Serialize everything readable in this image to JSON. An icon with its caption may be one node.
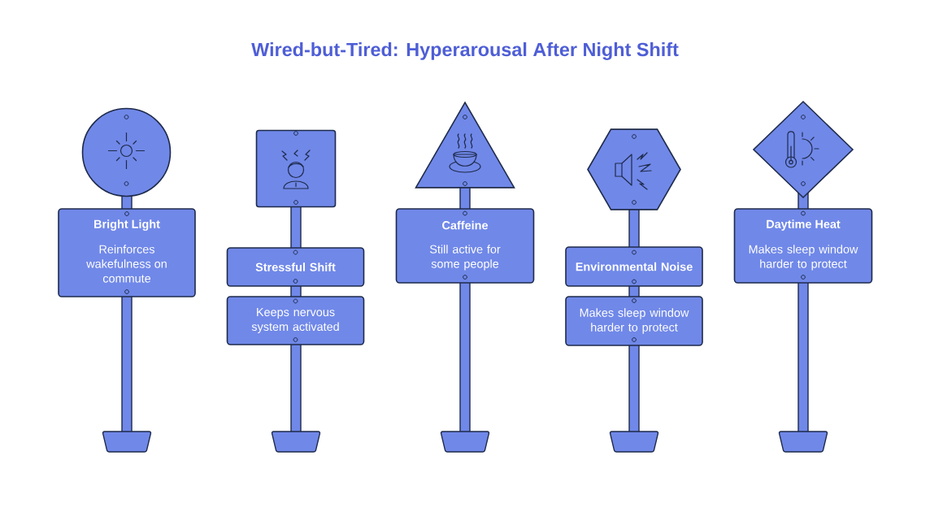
{
  "diagram": {
    "title": "Wired-but-Tired: Hyperarousal After Night Shift",
    "nodes": [
      {
        "text": [],
        "shape": "circle"
      },
      {
        "text": [
          "Bright Light",
          "Reinforces wakefulness on commute"
        ]
      },
      {
        "text": [],
        "shape": "box"
      },
      {
        "text": [
          "Stressful Shift"
        ]
      },
      {
        "text": [
          "Keeps nervous system activated"
        ]
      },
      {
        "text": [],
        "shape": "triangle"
      },
      {
        "text": [
          "Caffeine",
          "Still active for some people"
        ]
      },
      {
        "text": [],
        "shape": "hexagon"
      },
      {
        "text": [
          "Environmental Noise"
        ]
      },
      {
        "text": [
          "Makes sleep window harder to protect"
        ]
      },
      {
        "text": [],
        "shape": "diamond"
      },
      {
        "text": [
          "Daytime Heat",
          "Makes sleep window harder to protect"
        ]
      }
    ]
  }
}
